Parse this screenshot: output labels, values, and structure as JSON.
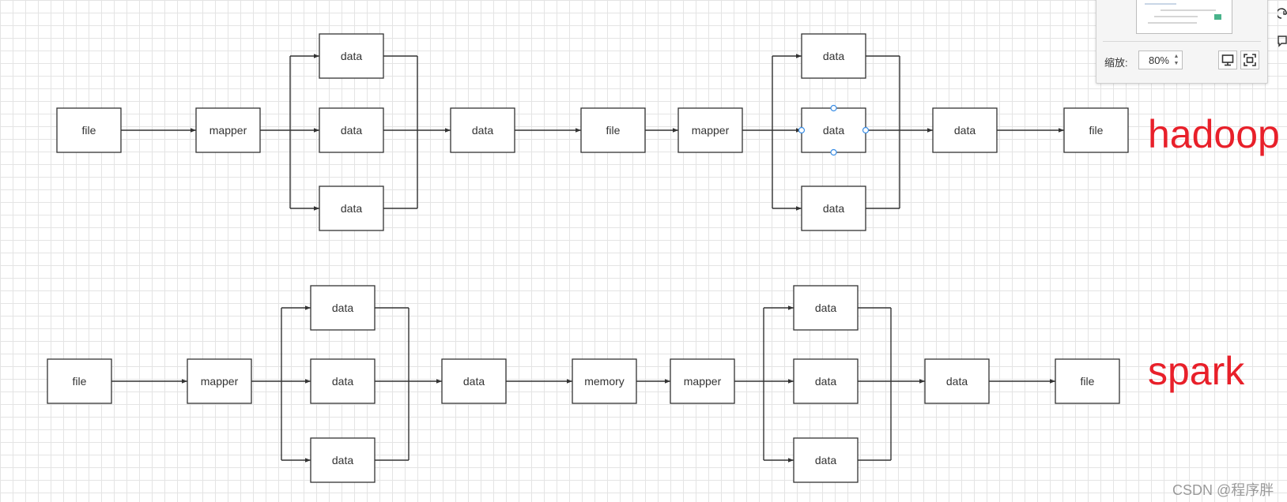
{
  "diagram": {
    "labels": {
      "hadoop": "hadoop",
      "spark": "spark"
    },
    "hadoop_row": {
      "nodes": [
        "file",
        "mapper",
        "data",
        "data",
        "data",
        "data",
        "file",
        "mapper",
        "data",
        "data",
        "data",
        "data",
        "file"
      ]
    },
    "spark_row": {
      "nodes": [
        "file",
        "mapper",
        "data",
        "data",
        "data",
        "data",
        "memory",
        "mapper",
        "data",
        "data",
        "data",
        "data",
        "file"
      ]
    },
    "edges_description": "file → mapper → three data (fan-out) → data (fan-in) → next stage"
  },
  "navigator": {
    "zoom_label": "缩放:",
    "zoom_value": "80%"
  },
  "watermark": "CSDN @程序胖",
  "colors": {
    "label_red": "#e8202a",
    "node_stroke": "#333333",
    "selection_blue": "#3a8ee6",
    "grid": "#e4e4e4"
  }
}
